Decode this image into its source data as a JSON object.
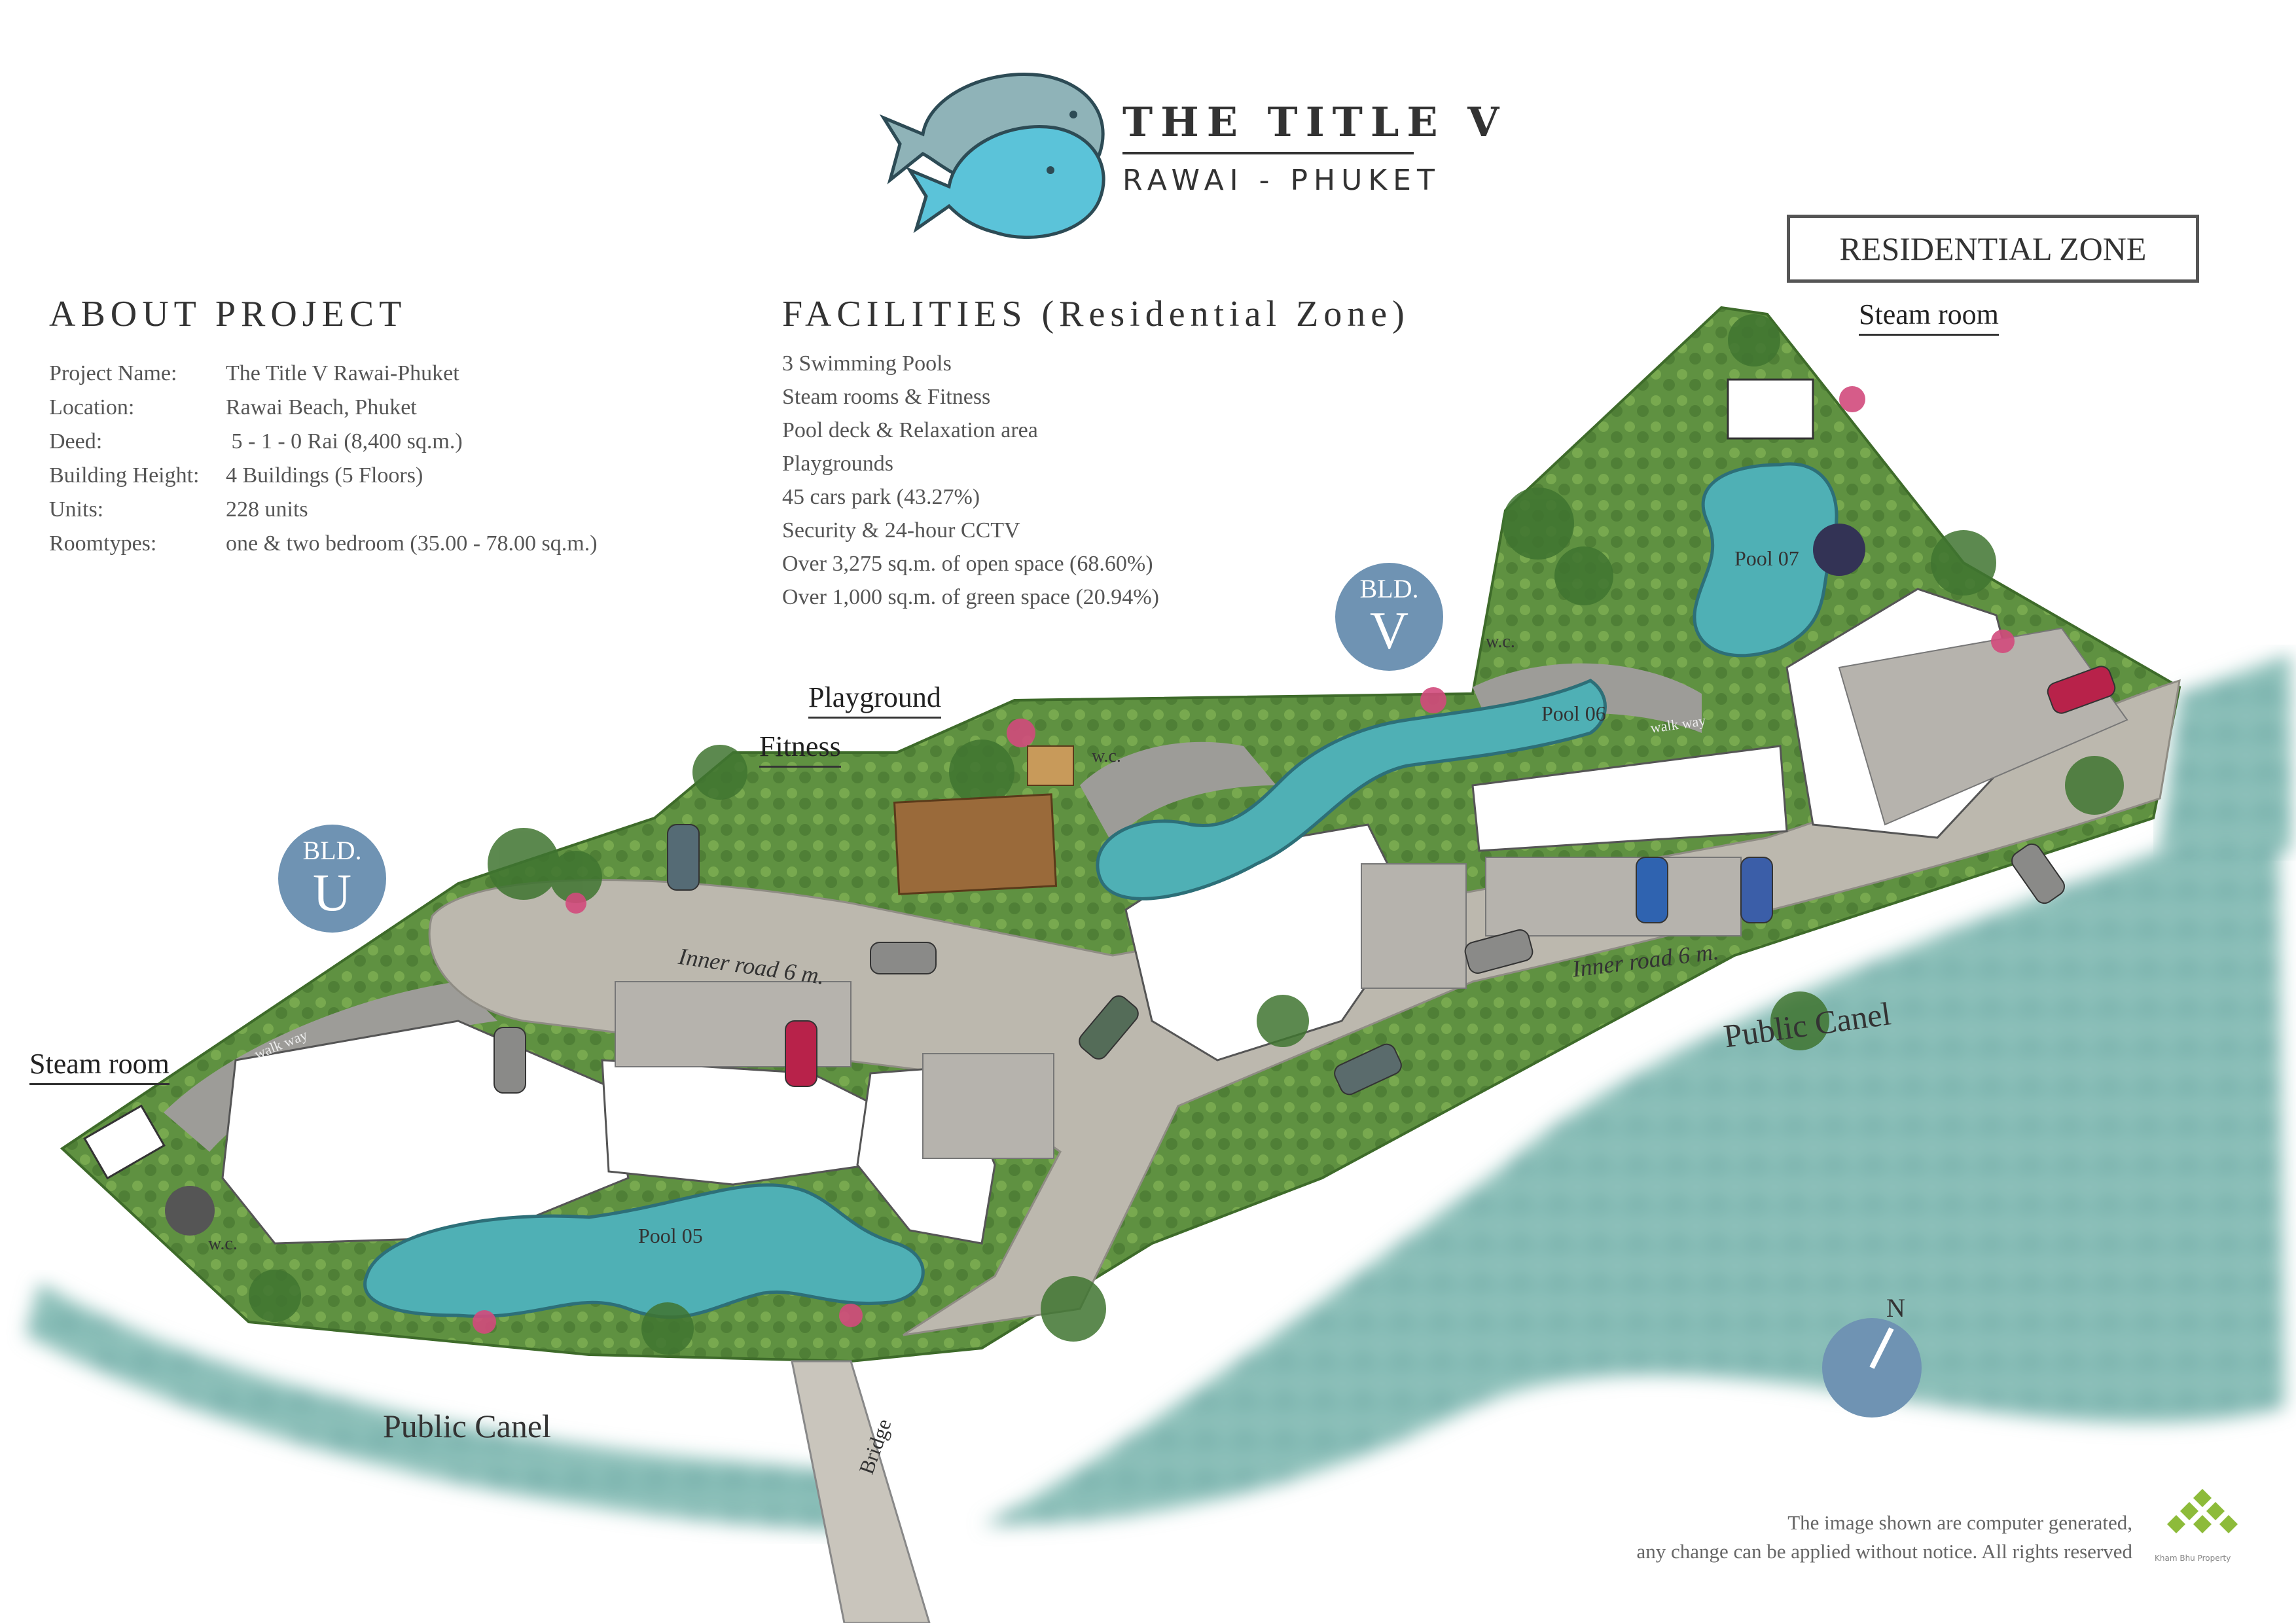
{
  "brand": {
    "title": "THE TITLE V",
    "subtitle": "RAWAI - PHUKET"
  },
  "zone_label": "RESIDENTIAL ZONE",
  "about": {
    "heading": "ABOUT PROJECT",
    "rows": [
      {
        "label": "Project Name:",
        "value": "The Title V Rawai-Phuket"
      },
      {
        "label": "Location:",
        "value": "Rawai Beach, Phuket"
      },
      {
        "label": "Deed:",
        "value": " 5 - 1 - 0 Rai  (8,400 sq.m.)"
      },
      {
        "label": "Building Height:",
        "value": "4 Buildings (5 Floors)"
      },
      {
        "label": "Units:",
        "value": "228 units"
      },
      {
        "label": "Roomtypes:",
        "value": "one & two bedroom (35.00 - 78.00  sq.m.)"
      }
    ]
  },
  "facilities": {
    "heading": "FACILITIES (Residential Zone)",
    "items": [
      "3 Swimming Pools",
      "Steam rooms & Fitness",
      "Pool deck & Relaxation area",
      "Playgrounds",
      "45 cars park (43.27%)",
      "Security & 24-hour CCTV",
      "Over 3,275 sq.m. of open space (68.60%)",
      "Over 1,000 sq.m. of green space (20.94%)"
    ]
  },
  "map": {
    "callouts": {
      "steam_room_top": "Steam room",
      "steam_room_left": "Steam room",
      "playground": "Playground",
      "fitness": "Fitness"
    },
    "buildings": {
      "u_top": "BLD.",
      "u_letter": "U",
      "v_top": "BLD.",
      "v_letter": "V"
    },
    "pools": {
      "pool05": "Pool 05",
      "pool06": "Pool 06",
      "pool07": "Pool 07"
    },
    "roads": {
      "inner_left": "Inner road 6 m.",
      "inner_right": "Inner road 6 m."
    },
    "canals": {
      "bottom": "Public Canel",
      "right": "Public Canel"
    },
    "bridge": "Bridge",
    "walkway_left": "walk way",
    "walkway_right": "walk way",
    "wc_left": "w.c.",
    "wc_mid": "w.c.",
    "wc_top": "w.c.",
    "north": "N"
  },
  "disclaimer": {
    "line1": "The image shown are computer generated,",
    "line2": "any change can be applied without notice. All rights reserved"
  },
  "developer_logo_text": "Kham Bhu Property",
  "colors": {
    "water": "#4fb0b5",
    "canal": "#7fb8b3",
    "road": "#bdb9b0",
    "grass": "#6a9a4a",
    "badge": "#6f93b3",
    "logo_fish_back": "#8fb3b8",
    "logo_fish_front": "#5bc3d9"
  }
}
